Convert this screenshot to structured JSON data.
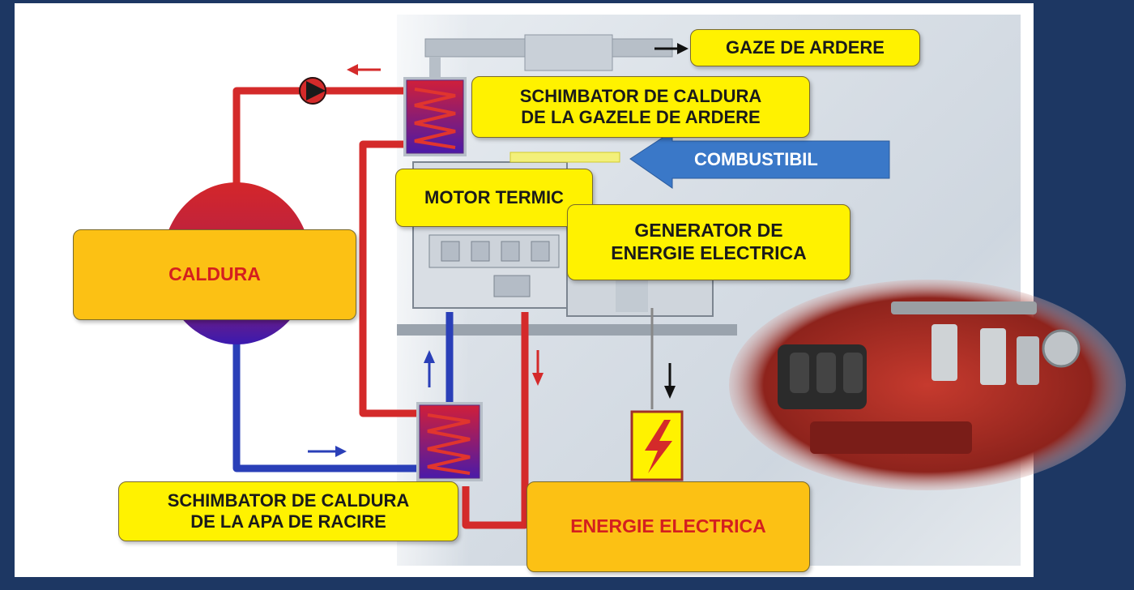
{
  "labels": {
    "exhaust_gases": "GAZE DE ARDERE",
    "exhaust_heat_exchanger": [
      "SCHIMBATOR DE CALDURA",
      "DE LA GAZELE DE ARDERE"
    ],
    "fuel": "COMBUSTIBIL",
    "heat_engine": "MOTOR TERMIC",
    "generator": [
      "GENERATOR DE",
      "ENERGIE ELECTRICA"
    ],
    "heat": "CALDURA",
    "cooling_heat_exchanger": [
      "SCHIMBATOR DE CALDURA",
      "DE LA APA DE RACIRE"
    ],
    "electric_energy": "ENERGIE ELECTRICA"
  },
  "colors": {
    "background": "#1d3763",
    "hot_pipe": "#d42a2a",
    "cold_pipe": "#2a3fb8",
    "fuel_arrow": "#3a78c8",
    "label_yellow": "#fff200",
    "label_orange": "#fcc114",
    "engine_block": "#c0362c"
  },
  "icons": [
    "pump-icon",
    "lightning-icon",
    "engine-cutaway-image"
  ]
}
